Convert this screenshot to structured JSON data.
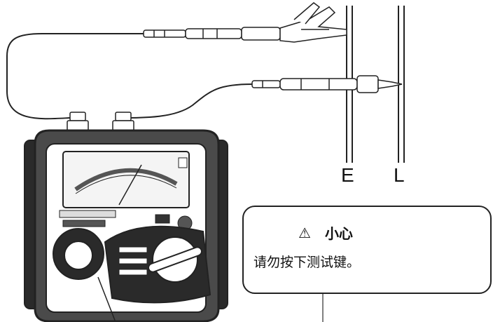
{
  "terminals": {
    "earth": "E",
    "line": "L"
  },
  "caution": {
    "icon": "warning-triangle-icon",
    "title": "小心",
    "message": "请勿按下测试键。"
  }
}
